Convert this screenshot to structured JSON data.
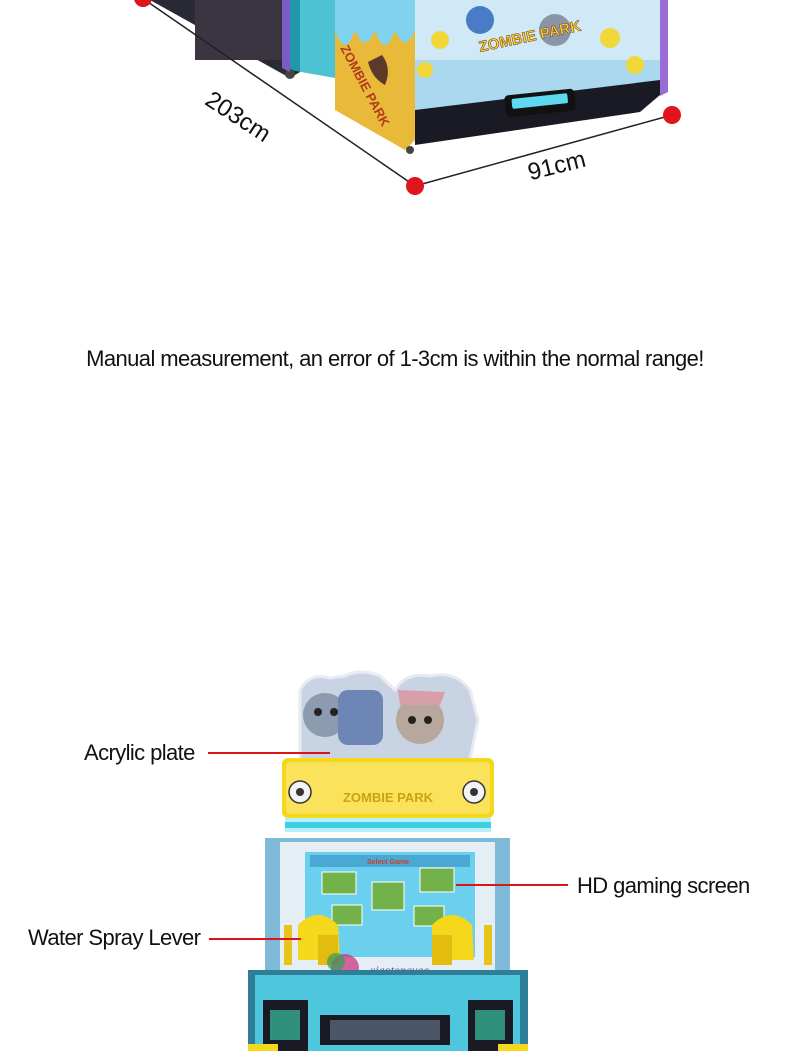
{
  "dimensions": {
    "depth": "203cm",
    "width": "91cm"
  },
  "note": "Manual measurement, an error of 1-3cm is within the normal range!",
  "machine": {
    "marquee_text": "ZOMBIE PARK",
    "side_panel_text": "ZOMBIE PARK",
    "screen_title": "Select Game",
    "watermark": "xiaotongyao"
  },
  "callouts": {
    "acrylic": "Acrylic plate",
    "hd_screen": "HD gaming screen",
    "lever": "Water Spray Lever"
  },
  "colors": {
    "marker_red": "#e0141b",
    "line_red": "#d9141b",
    "yellow": "#f5d81c",
    "cyan": "#3fd0e0",
    "dark": "#1a1a24"
  }
}
